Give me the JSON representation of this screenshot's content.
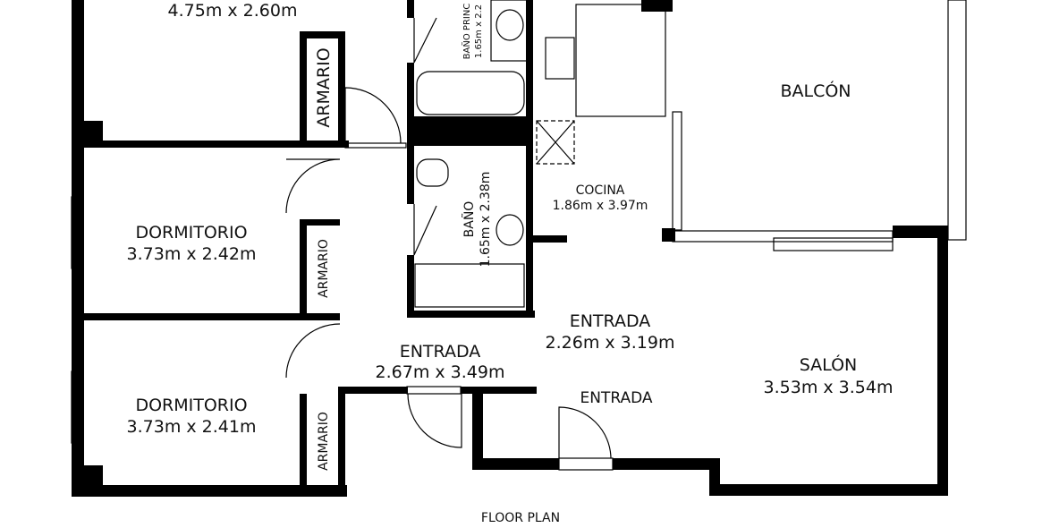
{
  "title": "FLOOR PLAN",
  "rooms": {
    "top_bedroom": {
      "dims": "4.75m x 2.60m"
    },
    "bedroom_2": {
      "name": "DORMITORIO",
      "dims": "3.73m x 2.42m"
    },
    "bedroom_3": {
      "name": "DORMITORIO",
      "dims": "3.73m x 2.41m"
    },
    "closet_1": {
      "name": "ARMARIO"
    },
    "closet_2": {
      "name": "ARMARIO"
    },
    "closet_3": {
      "name": "ARMARIO"
    },
    "main_bath": {
      "name": "BAÑO PRINC",
      "dims": "1.65m x 2.2"
    },
    "bath": {
      "name": "BAÑO",
      "dims": "1.65m x 2.38m"
    },
    "kitchen": {
      "name": "COCINA",
      "dims": "1.86m x 3.97m"
    },
    "balcony": {
      "name": "BALCÓN"
    },
    "hall_1": {
      "name": "ENTRADA",
      "dims": "2.26m x 3.19m"
    },
    "hall_2": {
      "name": "ENTRADA",
      "dims": "2.67m x 3.49m"
    },
    "hall_3": {
      "name": "ENTRADA"
    },
    "living": {
      "name": "SALÓN",
      "dims": "3.53m x 3.54m"
    }
  }
}
